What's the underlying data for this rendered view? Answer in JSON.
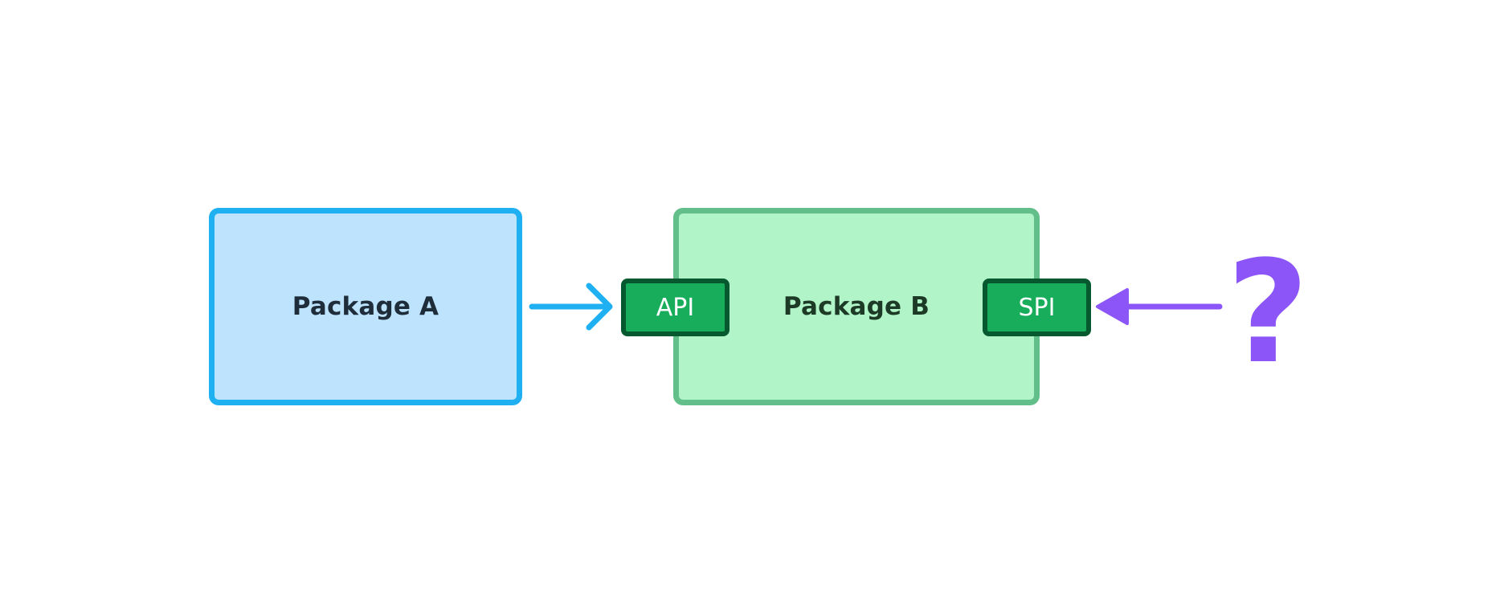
{
  "diagram": {
    "package_a": {
      "label": "Package A",
      "color": "#1fb0f2",
      "fill": "#bde3fd"
    },
    "package_b": {
      "label": "Package B",
      "color": "#63bf8a",
      "fill": "#b0f4c8"
    },
    "api_port": {
      "label": "API",
      "color": "#06582f",
      "fill": "#17ad5a"
    },
    "spi_port": {
      "label": "SPI",
      "color": "#06582f",
      "fill": "#17ad5a"
    },
    "unknown": {
      "label": "?",
      "color": "#8b55f7"
    },
    "arrow_a_to_api": {
      "color": "#1fb0f2",
      "style": "open-arrow"
    },
    "arrow_unknown_to_spi": {
      "color": "#8b55f7",
      "style": "filled-arrow"
    }
  }
}
